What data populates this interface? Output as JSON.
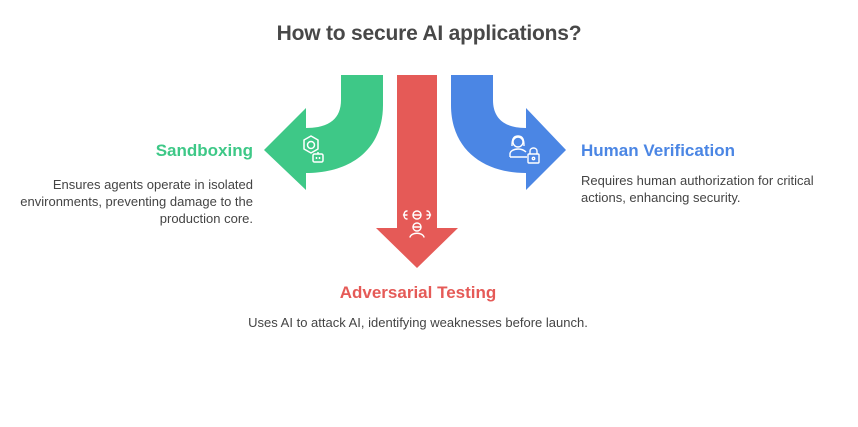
{
  "title": "How to secure AI applications?",
  "colors": {
    "sandboxing": "#3ec887",
    "adversarial": "#e55a57",
    "human": "#4b86e4",
    "title": "#484848",
    "text": "#444444"
  },
  "items": [
    {
      "id": "sandboxing",
      "heading": "Sandboxing",
      "description": "Ensures agents operate in isolated environments, preventing damage to the production core.",
      "icon": "hexagon-robot-icon",
      "direction": "left"
    },
    {
      "id": "adversarial",
      "heading": "Adversarial Testing",
      "description": "Uses AI to attack AI, identifying weaknesses before launch.",
      "icon": "dna-person-icon",
      "direction": "down"
    },
    {
      "id": "human",
      "heading": "Human Verification",
      "description": "Requires human authorization for critical actions, enhancing security.",
      "icon": "person-lock-icon",
      "direction": "right"
    }
  ]
}
